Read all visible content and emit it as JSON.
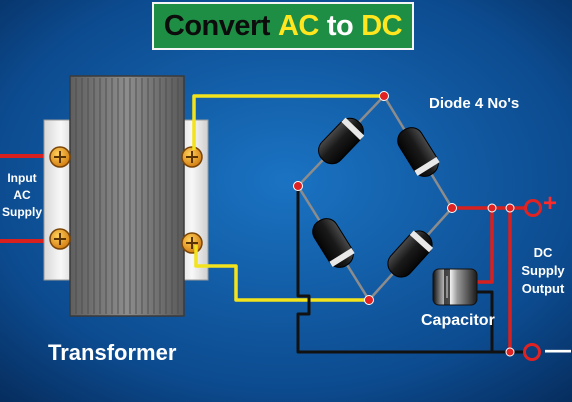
{
  "title": {
    "word1": "Convert",
    "word2": "AC",
    "word3": "to",
    "word4": "DC"
  },
  "labels": {
    "input_ac_supply": [
      "Input",
      "AC",
      "Supply"
    ],
    "transformer": "Transformer",
    "diodes": "Diode 4 No's",
    "dc_supply_output": [
      "DC",
      "Supply",
      "Output"
    ],
    "capacitor": "Capacitor",
    "positive_terminal": "+",
    "negative_terminal": "—"
  },
  "colors": {
    "background": "#0b3d78",
    "title_box": "#1f8e45",
    "ac_wire": "#f2e31c",
    "positive_wire": "#d8201f",
    "negative_wire": "#111111",
    "terminal_screw": "#f0a11d"
  },
  "icons": [
    "transformer-core",
    "rectifier-diode",
    "electrolytic-capacitor",
    "screw-terminal"
  ]
}
